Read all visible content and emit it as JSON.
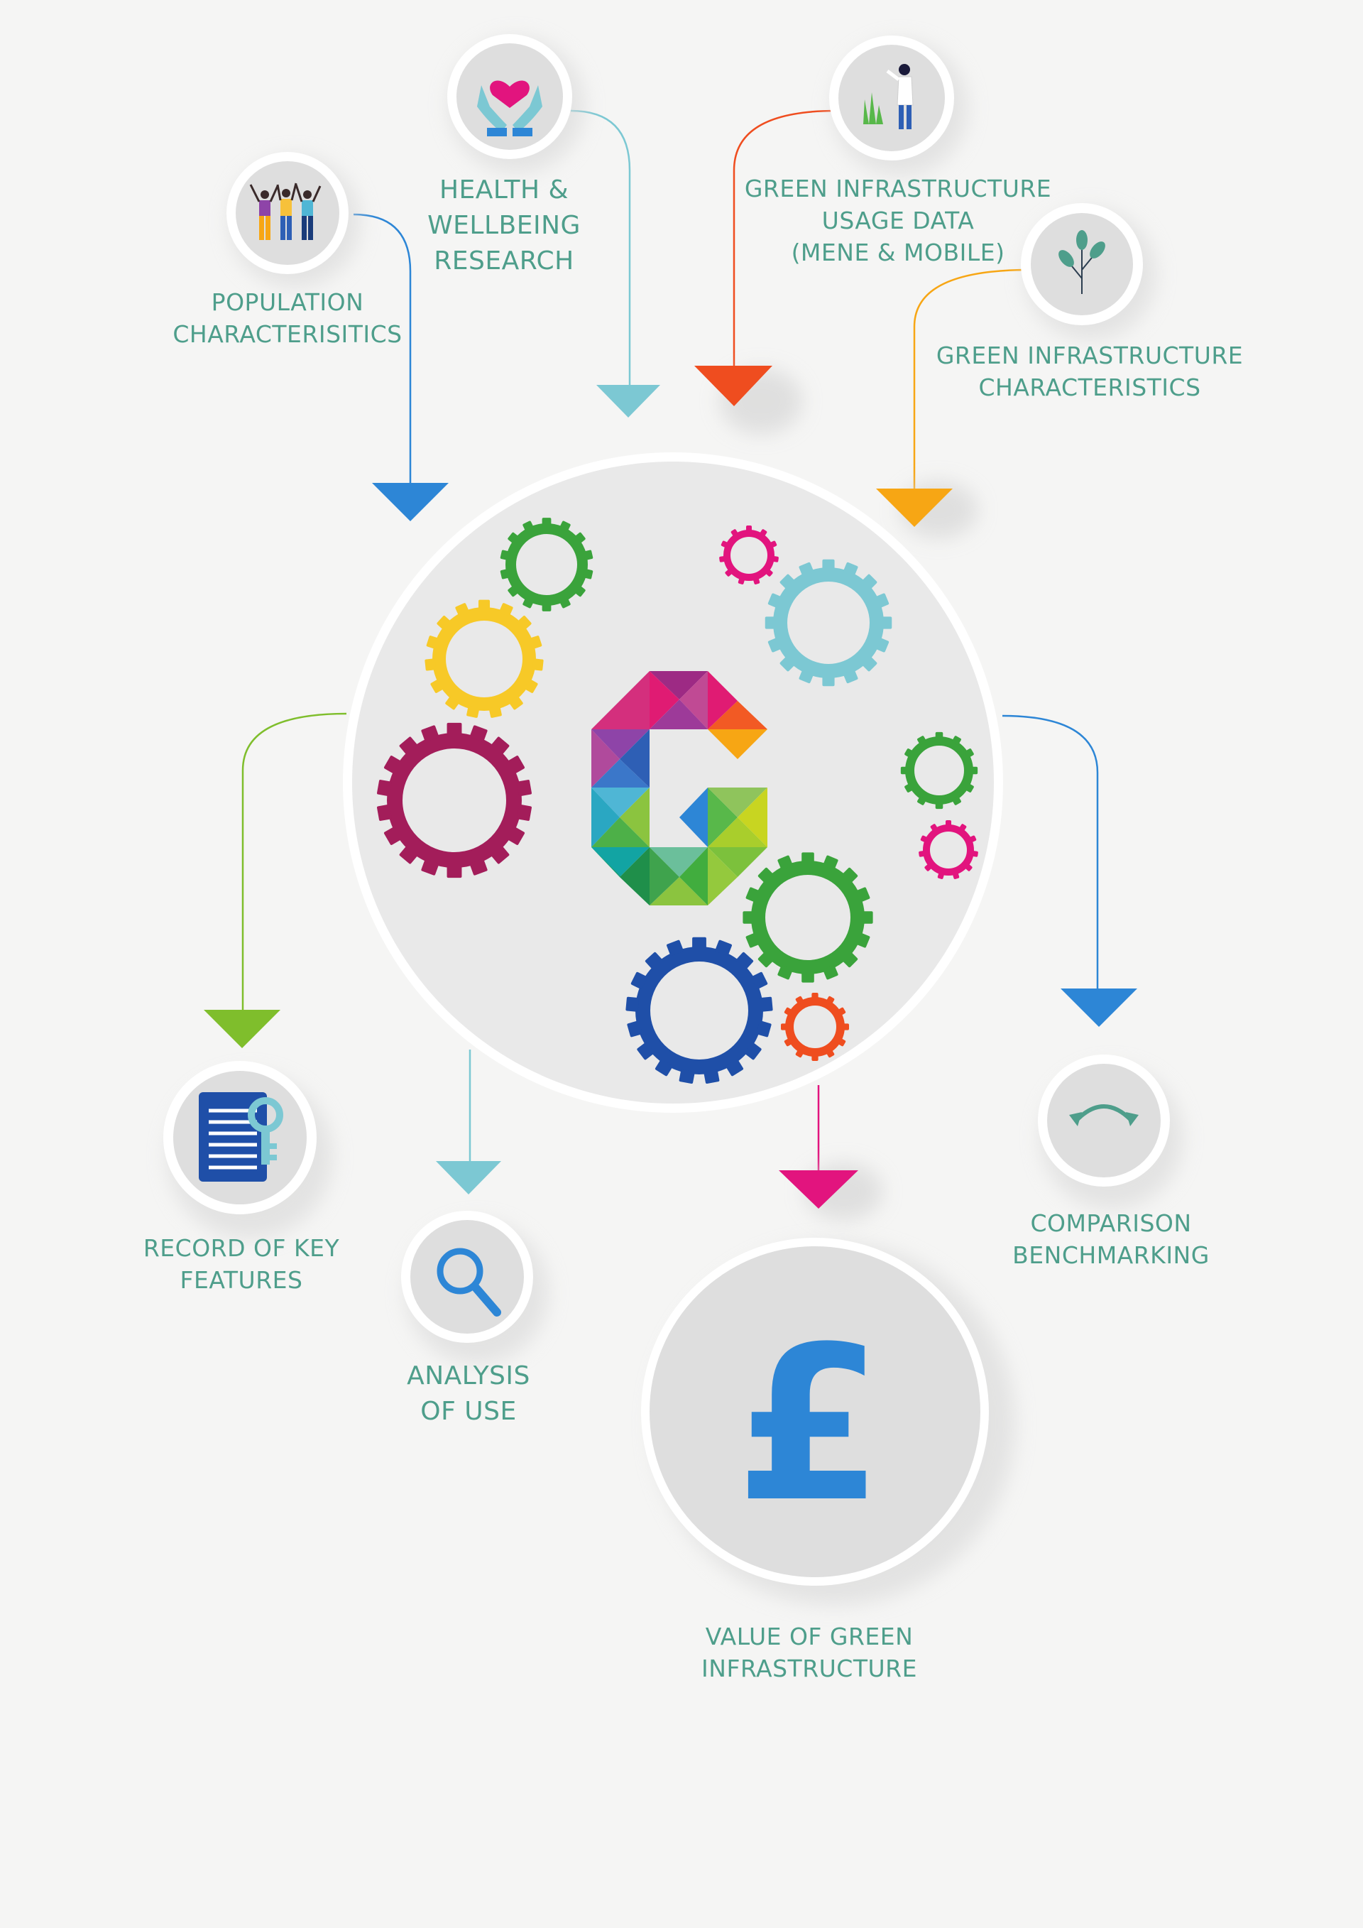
{
  "colors": {
    "background": "#f5f5f4",
    "label_text": "#4e9e8b",
    "hub_fill": "#e9e9e9",
    "input_population": "#2d86d6",
    "input_health": "#7cc8d3",
    "input_usage": "#ef4d1f",
    "input_characteristics": "#f7a614",
    "output_record": "#7fbe2c",
    "output_analysis": "#7cc8d3",
    "output_value": "#e2147e",
    "output_comparison": "#2d86d6"
  },
  "inputs": {
    "population": {
      "label": "POPULATION\nCHARACTERISITICS",
      "icon": "people-celebrating-icon"
    },
    "health": {
      "label": "HEALTH &\nWELLBEING\nRESEARCH",
      "icon": "hands-holding-heart-icon"
    },
    "usage": {
      "label": "GREEN INFRASTRUCTURE\nUSAGE DATA\n(MENE & MOBILE)",
      "icon": "person-in-grass-icon"
    },
    "characteristics": {
      "label": "GREEN INFRASTRUCTURE\nCHARACTERISTICS",
      "icon": "plant-sprig-icon"
    }
  },
  "hub": {
    "icon": "multicolour-g-logo-icon",
    "gears": "gear-icons"
  },
  "outputs": {
    "record": {
      "label": "RECORD OF KEY\nFEATURES",
      "icon": "document-key-icon"
    },
    "analysis": {
      "label": "ANALYSIS\nOF USE",
      "icon": "magnifier-icon"
    },
    "value": {
      "label": "VALUE OF GREEN\nINFRASTRUCTURE",
      "icon": "pound-sign-icon",
      "symbol": "£"
    },
    "comparison": {
      "label": "COMPARISON\nBENCHMARKING",
      "icon": "curved-arrow-icon"
    }
  }
}
